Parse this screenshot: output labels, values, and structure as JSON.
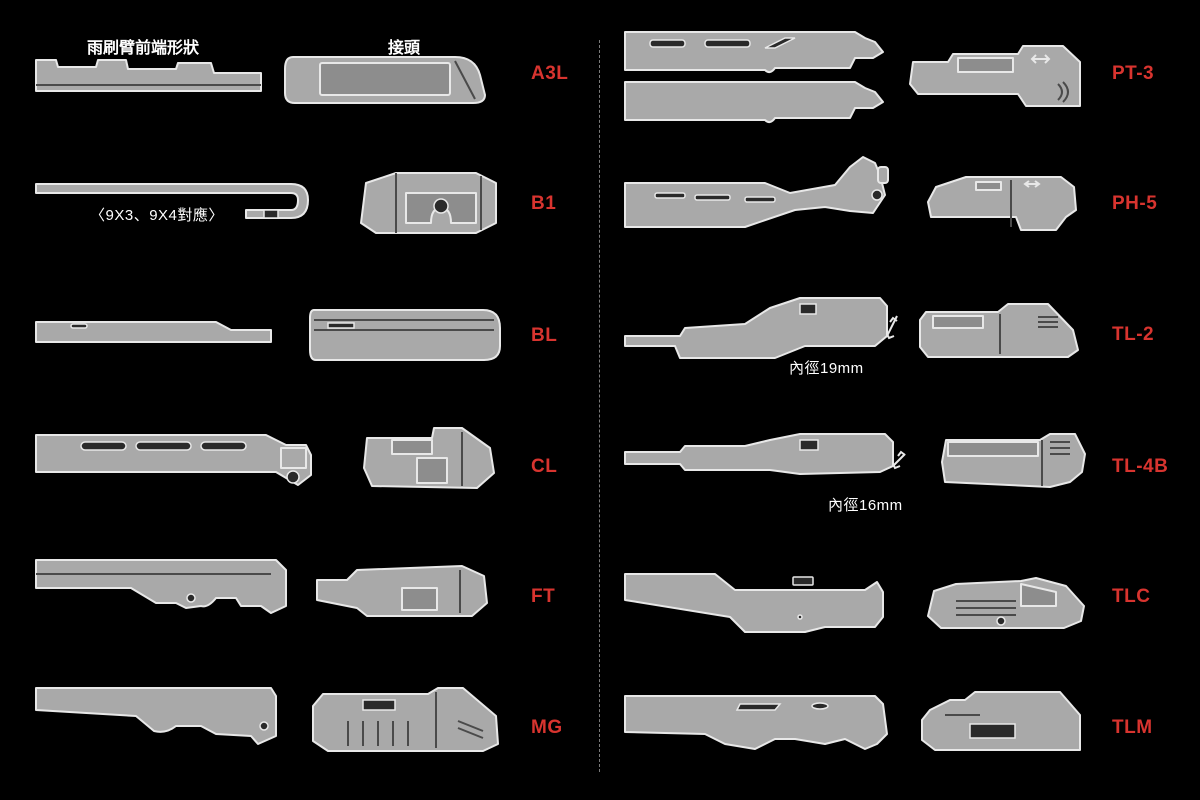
{
  "headers": {
    "arm_tip": "雨刷臂前端形狀",
    "connector": "接頭"
  },
  "left_rows": [
    {
      "code": "A3L"
    },
    {
      "code": "B1",
      "note": "〈9X3、9X4對應〉"
    },
    {
      "code": "BL"
    },
    {
      "code": "CL"
    },
    {
      "code": "FT"
    },
    {
      "code": "MG"
    }
  ],
  "right_rows": [
    {
      "code": "PT-3"
    },
    {
      "code": "PH-5"
    },
    {
      "code": "TL-2",
      "note": "內徑19mm"
    },
    {
      "code": "TL-4B",
      "note": "內徑16mm"
    },
    {
      "code": "TLC"
    },
    {
      "code": "TLM"
    }
  ],
  "colors": {
    "code": "#d8342f",
    "part": "#a9a9a9",
    "outline": "#e8e8e8",
    "background": "#000000"
  }
}
